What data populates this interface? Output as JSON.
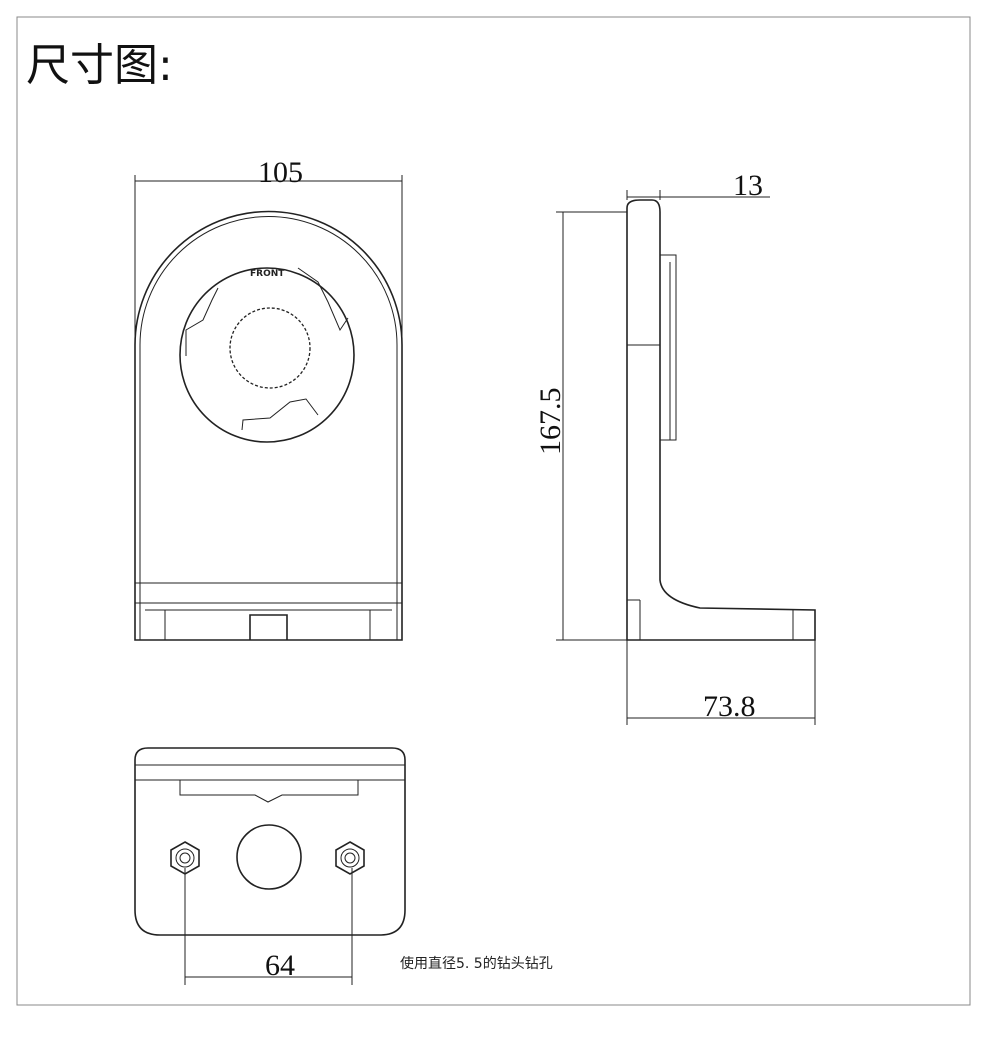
{
  "title": "尺寸图:",
  "front_view": {
    "label": "FRONT",
    "width_dim": "105"
  },
  "side_view": {
    "thickness_dim": "13",
    "height_dim": "167.5",
    "depth_dim": "73.8"
  },
  "bottom_view": {
    "hole_spacing_dim": "64",
    "note": "使用直径5. 5的钻头钻孔"
  }
}
